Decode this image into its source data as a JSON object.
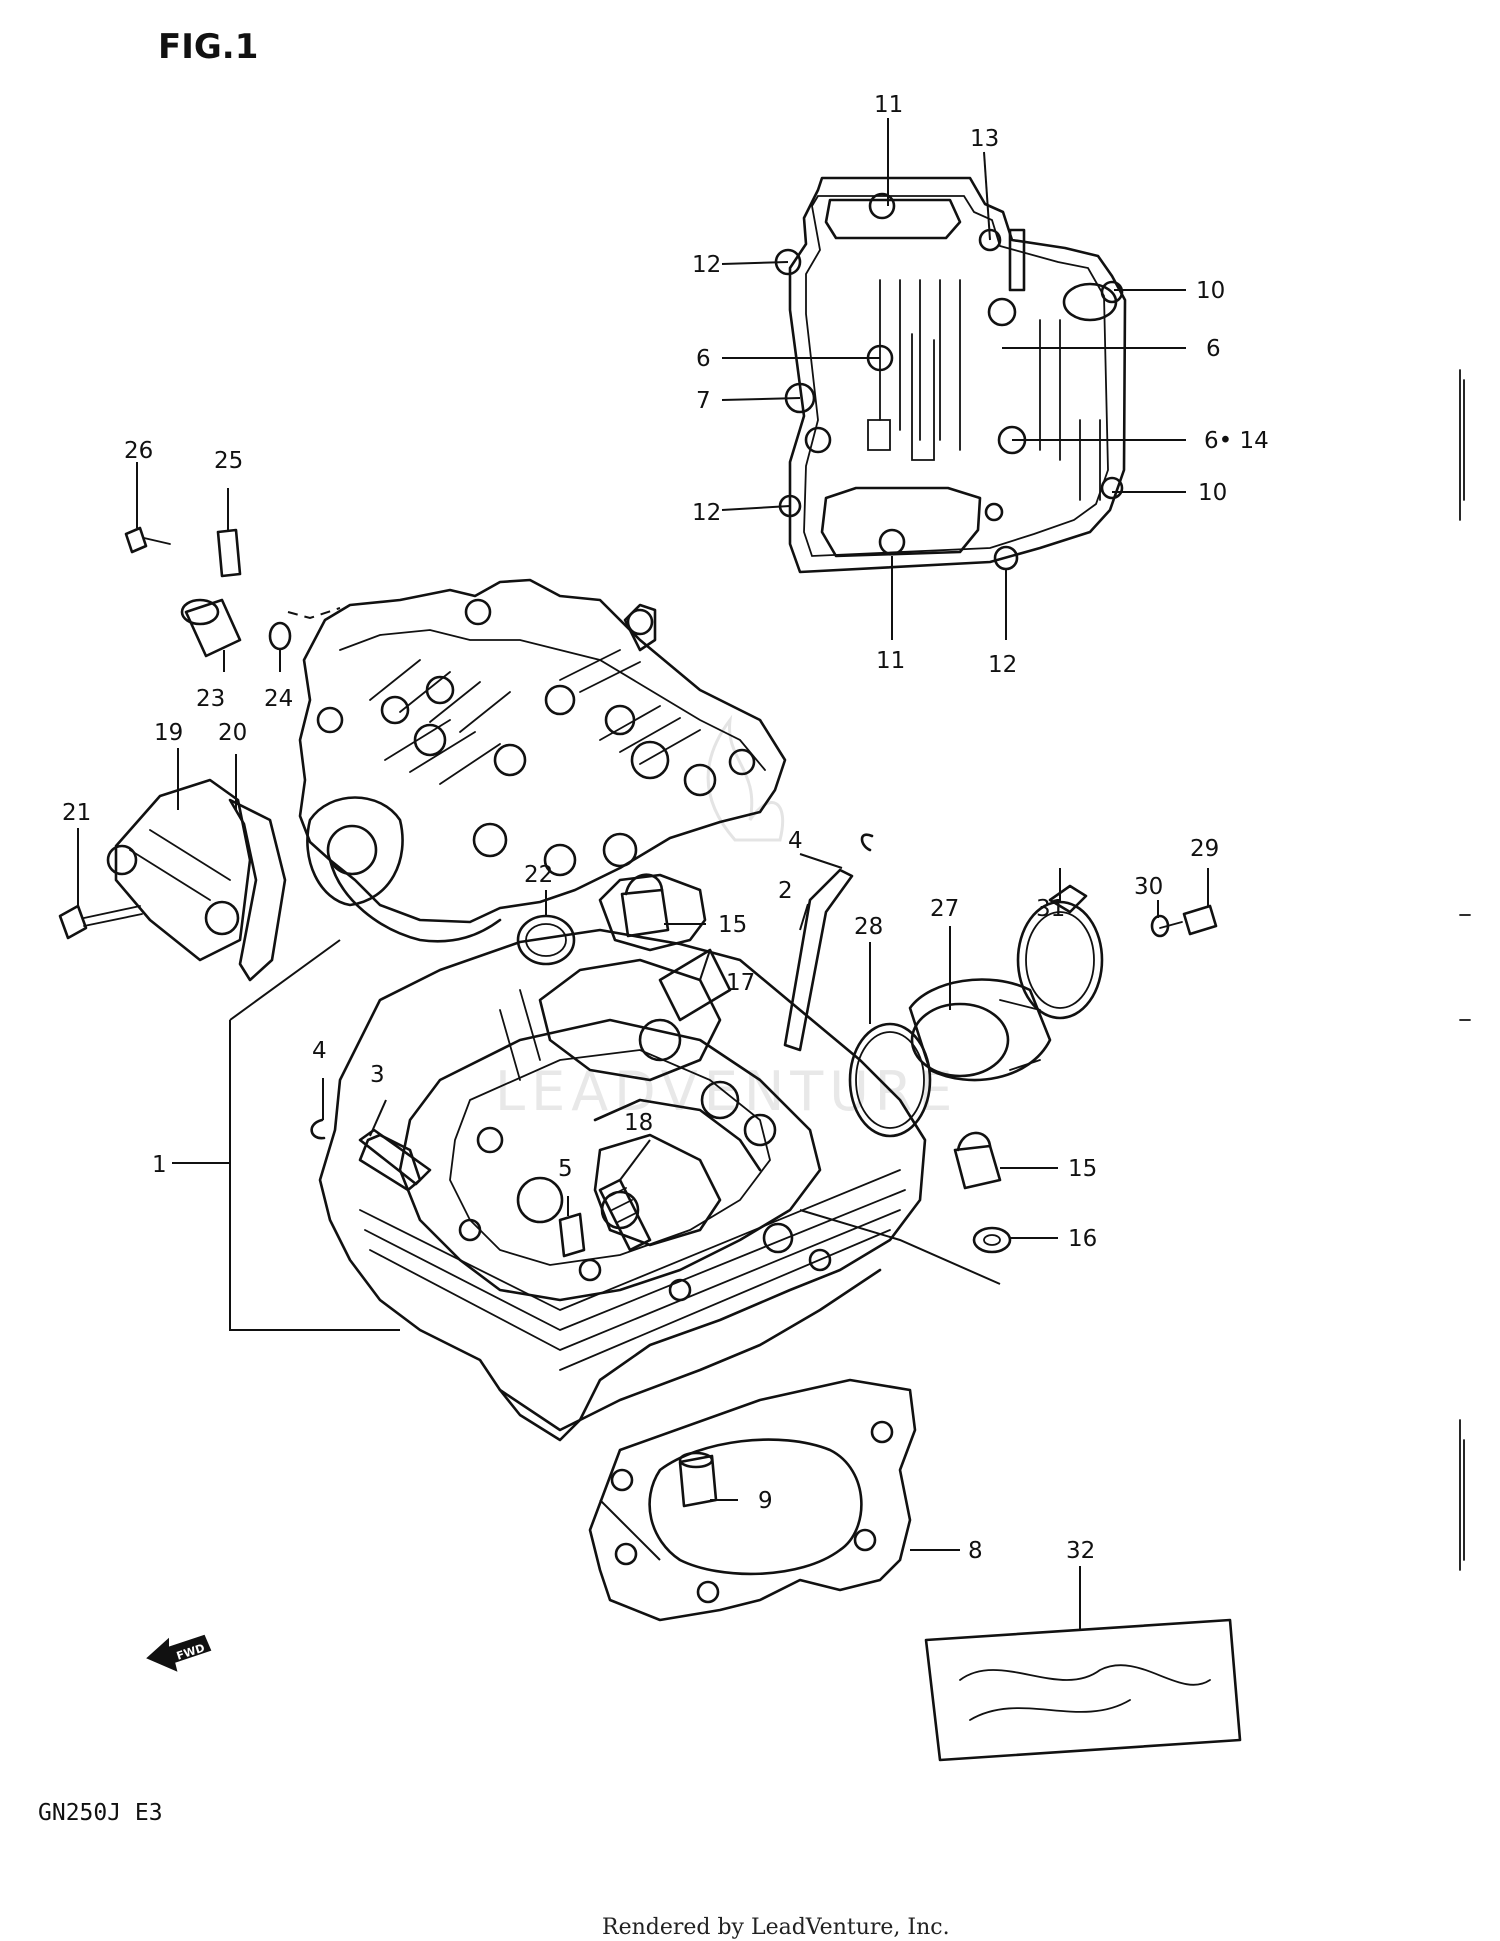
{
  "figure_title": "FIG.1",
  "model_code": "GN250J  E3",
  "footer_credit": "Rendered by LeadVenture, Inc.",
  "fwd_arrow_label": "FWD",
  "watermark_text": "LEADVENTURE",
  "callouts": {
    "c1": "1",
    "c2": "2",
    "c3": "3",
    "c4a": "4",
    "c4b": "4",
    "c5": "5",
    "c6a": "6",
    "c6b": "6",
    "c6_14": "6• 14",
    "c7": "7",
    "c8": "8",
    "c9": "9",
    "c10a": "10",
    "c10b": "10",
    "c11a": "11",
    "c11b": "11",
    "c12a": "12",
    "c12b": "12",
    "c12c": "12",
    "c13": "13",
    "c15a": "15",
    "c15b": "15",
    "c16": "16",
    "c17": "17",
    "c18": "18",
    "c19": "19",
    "c20": "20",
    "c21": "21",
    "c22": "22",
    "c23": "23",
    "c24": "24",
    "c25": "25",
    "c26": "26",
    "c27": "27",
    "c28": "28",
    "c29": "29",
    "c30": "30",
    "c31": "31",
    "c32": "32"
  }
}
